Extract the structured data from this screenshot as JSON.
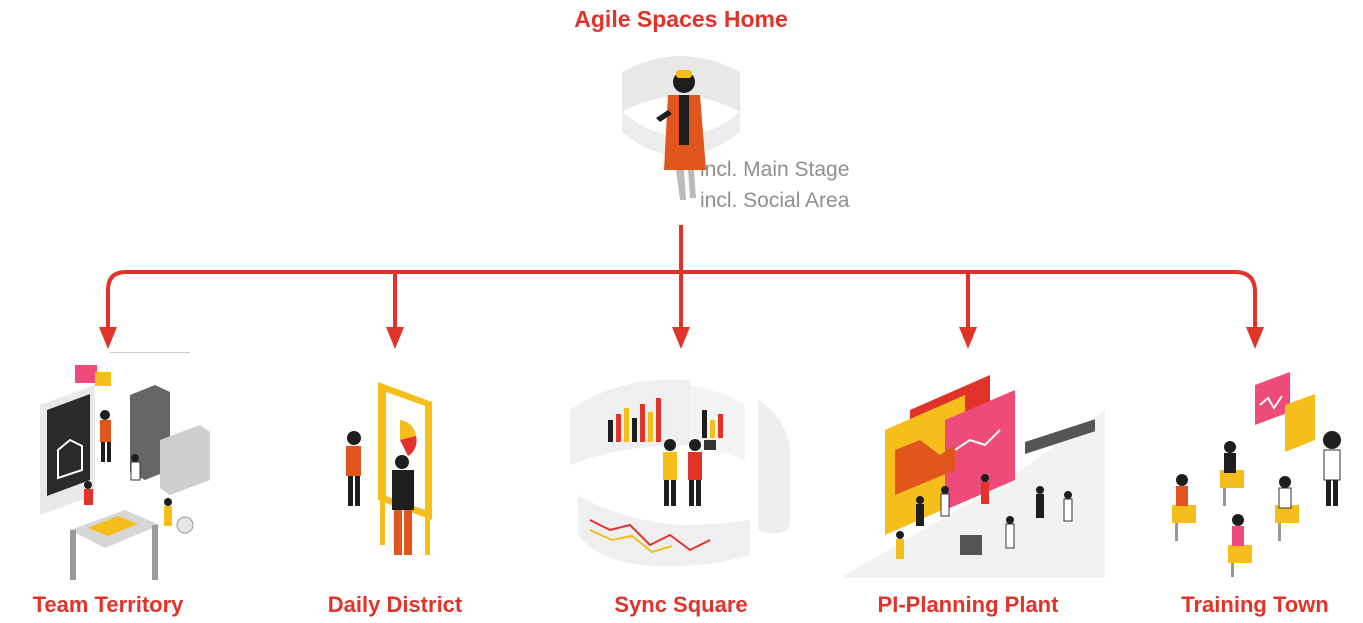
{
  "colors": {
    "accent": "#e2332a",
    "yellow": "#f6be1b",
    "orange": "#e0561d",
    "pink": "#ee4a7a",
    "dark": "#1e1e1e",
    "grey_text": "#8f8f8f",
    "light_grey": "#e6e6e6"
  },
  "home": {
    "title": "Agile Spaces Home",
    "notes": [
      "incl. Main Stage",
      "incl. Social Area"
    ]
  },
  "children": [
    {
      "label": "Team Territory",
      "icon": "team-territory-illustration"
    },
    {
      "label": "Daily District",
      "icon": "daily-district-illustration"
    },
    {
      "label": "Sync Square",
      "icon": "sync-square-illustration"
    },
    {
      "label": "PI-Planning Plant",
      "icon": "pi-planning-plant-illustration"
    },
    {
      "label": "Training Town",
      "icon": "training-town-illustration"
    }
  ]
}
